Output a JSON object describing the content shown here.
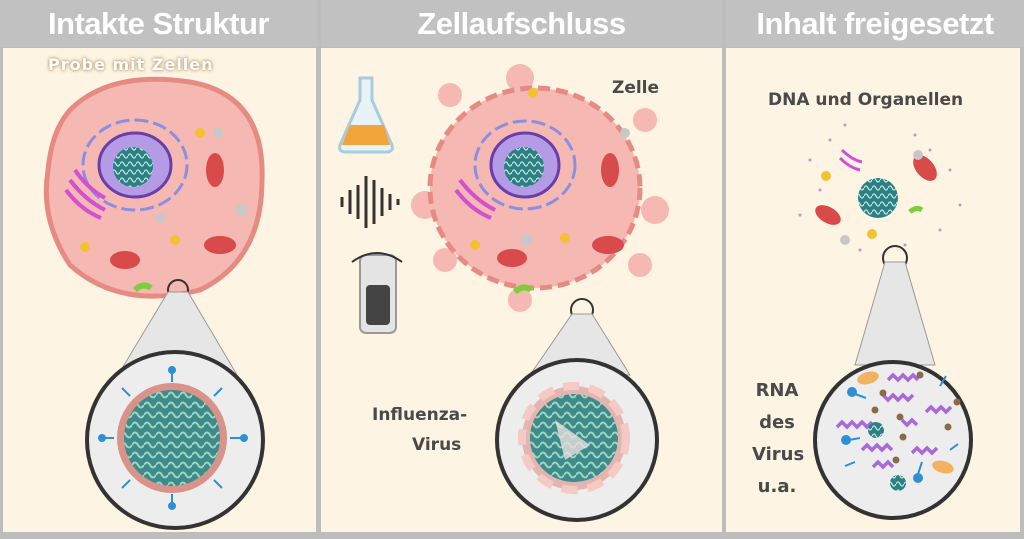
{
  "panels": [
    {
      "title": "Intakte Struktur",
      "subtitle": "Probe mit Zellen"
    },
    {
      "title": "Zellaufschluss",
      "cell_label": "Zelle",
      "virus_label_1": "Influenza-",
      "virus_label_2": "Virus"
    },
    {
      "title": "Inhalt freigesetzt",
      "content_label": "DNA und Organellen",
      "rna_label": [
        "RNA",
        "des",
        "Virus",
        "u.a."
      ]
    }
  ],
  "colors": {
    "header": "#c1c1c1",
    "panel_bg": "#fdf4e3",
    "cell": "#f6b8b2",
    "cell_border": "#e68a84",
    "rna": "#a86ad8",
    "protein": "#2e8fd6"
  }
}
